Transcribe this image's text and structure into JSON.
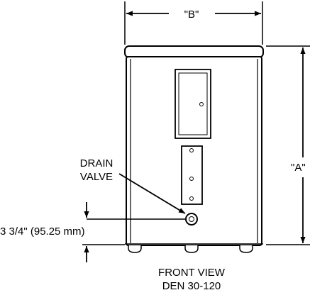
{
  "diagram": {
    "dimension_b": "\"B\"",
    "dimension_a": "\"A\"",
    "drain_valve_line1": "DRAIN",
    "drain_valve_line2": "VALVE",
    "drain_height": "3 3/4\" (95.25 mm)",
    "caption_line1": "FRONT VIEW",
    "caption_line2": "DEN 30-120"
  },
  "colors": {
    "ink": "#000000",
    "background": "#ffffff"
  }
}
